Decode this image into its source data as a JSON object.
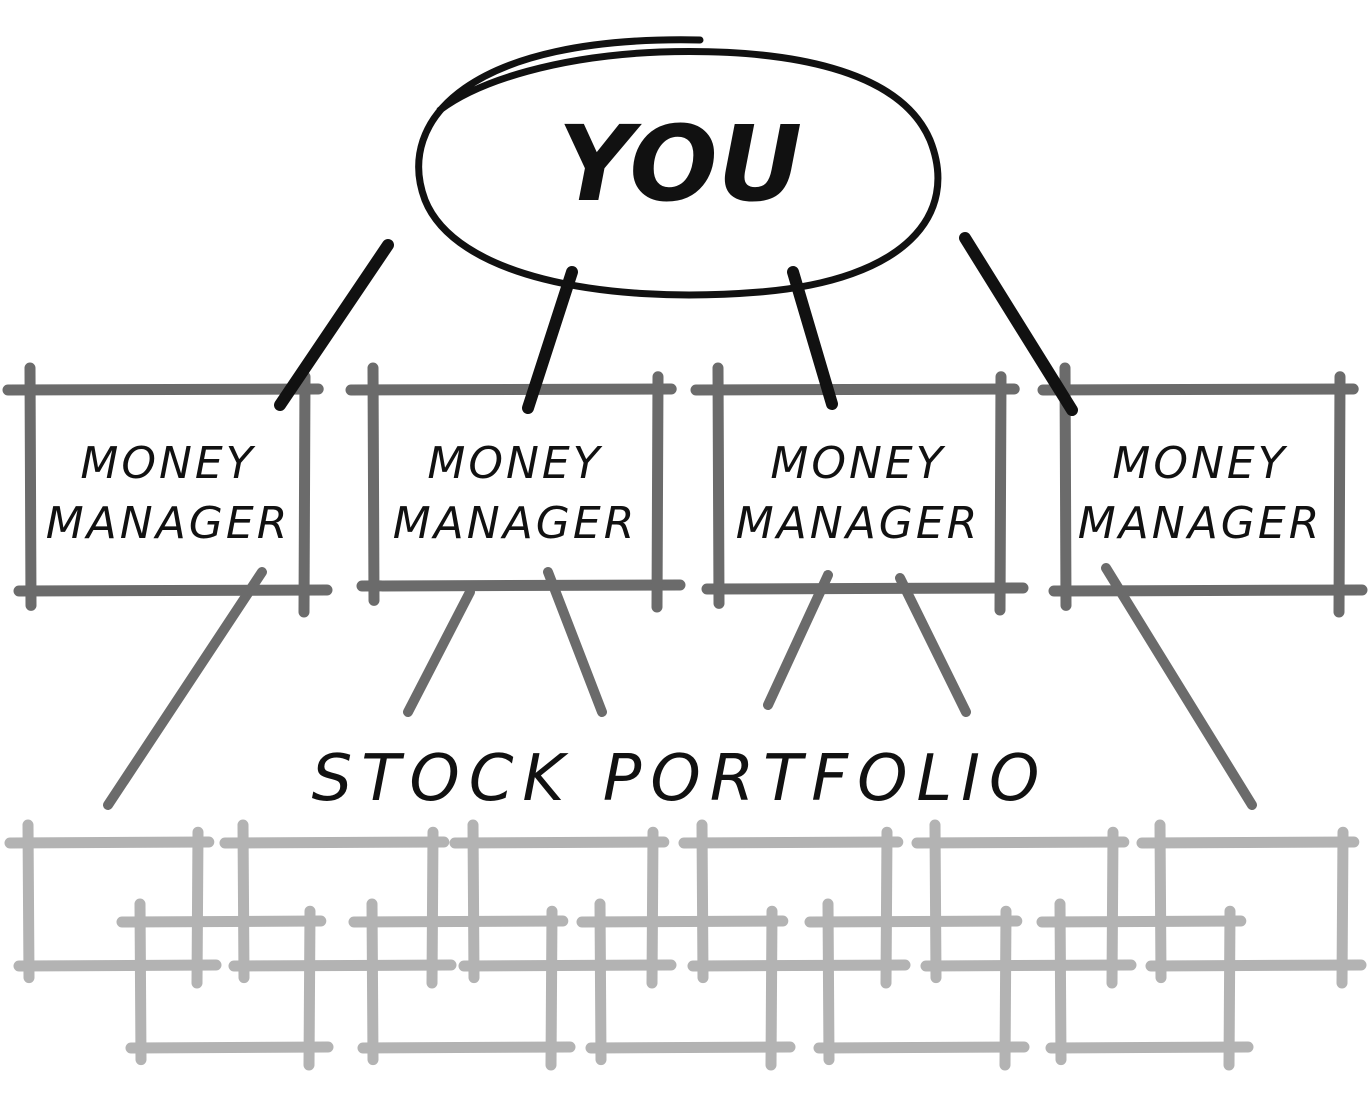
{
  "root": {
    "label": "YOU"
  },
  "managers": [
    {
      "line1": "MONEY",
      "line2": "MANAGER"
    },
    {
      "line1": "MONEY",
      "line2": "MANAGER"
    },
    {
      "line1": "MONEY",
      "line2": "MANAGER"
    },
    {
      "line1": "MONEY",
      "line2": "MANAGER"
    }
  ],
  "portfolio": {
    "label": "STOCK PORTFOLIO"
  },
  "colors": {
    "ink": "#111111",
    "manager_box": "#6b6b6b",
    "portfolio_boxes": "#b3b3b3",
    "background": "#ffffff"
  }
}
